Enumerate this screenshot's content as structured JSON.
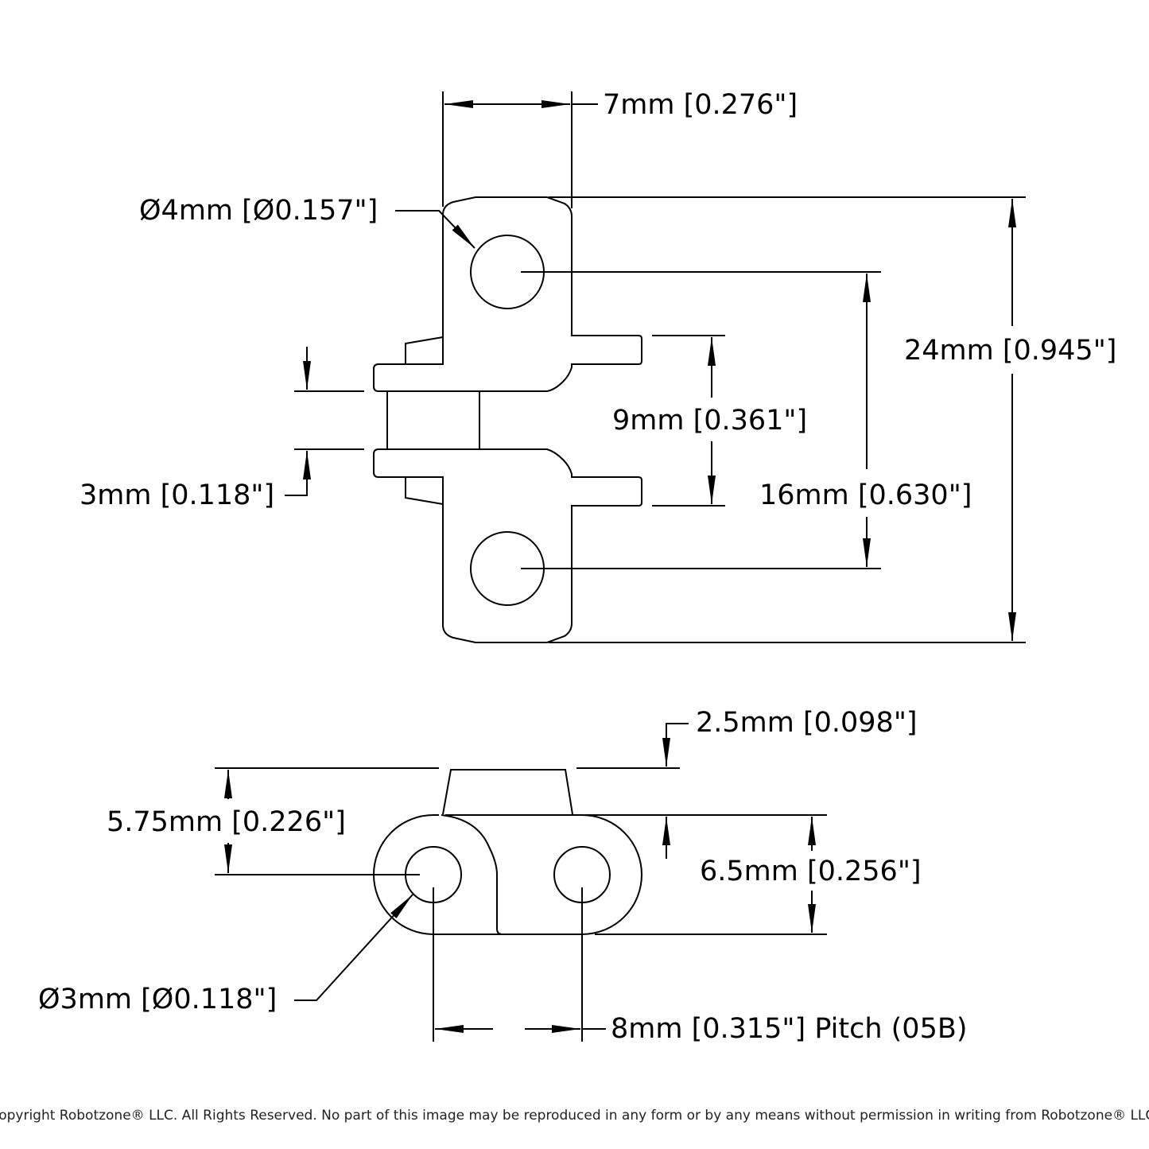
{
  "dimensions": {
    "width": "7mm [0.276\"]",
    "hole_top": "Ø4mm [Ø0.157\"]",
    "height_total": "24mm [0.945\"]",
    "inner_width": "9mm [0.361\"]",
    "hole_spacing": "16mm [0.630\"]",
    "plate_gap": "3mm [0.118\"]",
    "top_thickness": "2.5mm [0.098\"]",
    "side_height": "5.75mm [0.226\"]",
    "plate_height": "6.5mm [0.256\"]",
    "hole_side": "Ø3mm [Ø0.118\"]",
    "pitch": "8mm [0.315\"] Pitch (05B)"
  },
  "footer": {
    "copyright": "Copyright Robotzone® LLC.  All Rights Reserved. No part of this image may be reproduced in any form or by any means without permission in writing from Robotzone® LLC."
  }
}
